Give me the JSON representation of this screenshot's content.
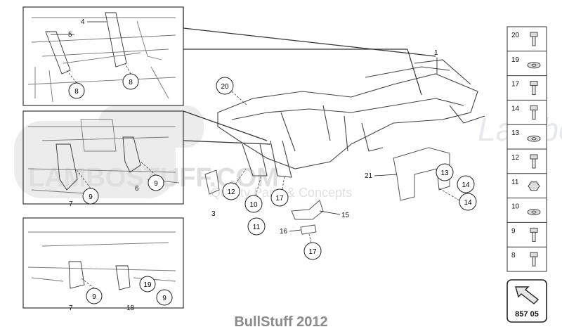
{
  "watermark": {
    "line1": "Lambo Stuff",
    "line2": "LAMBOSTUFF.COM",
    "line3": "Quality Parts & Concepts"
  },
  "diagram_code": "857 05",
  "footer": "BullStuff 2012",
  "main_labels": {
    "1": "1",
    "3": "3",
    "10": "10",
    "11": "11",
    "12": "12",
    "13": "13",
    "14a": "14",
    "14b": "14",
    "15": "15",
    "16": "16",
    "17a": "17",
    "17b": "17",
    "20": "20",
    "21": "21"
  },
  "inset_top": {
    "4": "4",
    "5": "5",
    "8a": "8",
    "8b": "8"
  },
  "inset_mid": {
    "6": "6",
    "7": "7",
    "9a": "9",
    "9b": "9"
  },
  "inset_bot": {
    "7": "7",
    "9": "9",
    "18": "18",
    "19": "19",
    "9b": "9"
  },
  "legend": [
    "20",
    "19",
    "17",
    "14",
    "13",
    "12",
    "11",
    "10",
    "9",
    "8"
  ],
  "legend_icons": [
    "bolt-icon",
    "washer-icon",
    "bolt-icon",
    "bolt-icon",
    "washer-icon",
    "bolt-icon",
    "nut-icon",
    "washer-icon",
    "bolt-icon",
    "bolt-icon"
  ]
}
